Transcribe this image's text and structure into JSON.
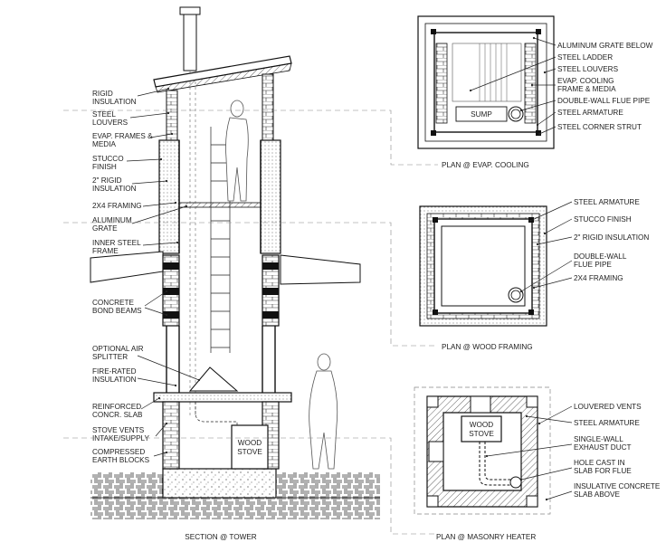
{
  "section": {
    "caption": "SECTION @ TOWER",
    "labels": [
      [
        "RIGID",
        "INSULATION"
      ],
      [
        "STEEL",
        "LOUVERS"
      ],
      [
        "EVAP. FRAMES &",
        "MEDIA"
      ],
      [
        "STUCCO",
        "FINISH"
      ],
      [
        "2\" RIGID",
        "INSULATION"
      ],
      [
        "2X4 FRAMING"
      ],
      [
        "ALUMINUM",
        "GRATE"
      ],
      [
        "INNER STEEL",
        "FRAME"
      ],
      [
        "CONCRETE",
        "BOND BEAMS"
      ],
      [
        "OPTIONAL AIR",
        "SPLITTER"
      ],
      [
        "FIRE-RATED",
        "INSULATION"
      ],
      [
        "REINFORCED",
        "CONCR. SLAB"
      ],
      [
        "STOVE VENTS",
        "INTAKE/SUPPLY"
      ],
      [
        "COMPRESSED",
        "EARTH BLOCKS"
      ]
    ],
    "stove_label": [
      "WOOD",
      "STOVE"
    ]
  },
  "plan_evap": {
    "caption": "PLAN @ EVAP. COOLING",
    "sump_label": "SUMP",
    "labels": [
      [
        "ALUMINUM GRATE BELOW"
      ],
      [
        "STEEL LADDER"
      ],
      [
        "STEEL LOUVERS"
      ],
      [
        "EVAP. COOLING",
        "FRAME & MEDIA"
      ],
      [
        "DOUBLE-WALL FLUE PIPE"
      ],
      [
        "STEEL ARMATURE"
      ],
      [
        "STEEL CORNER STRUT"
      ]
    ]
  },
  "plan_framing": {
    "caption": "PLAN @ WOOD FRAMING",
    "labels": [
      [
        "STEEL ARMATURE"
      ],
      [
        "STUCCO FINISH"
      ],
      [
        "2\" RIGID INSULATION"
      ],
      [
        "DOUBLE-WALL",
        "FLUE PIPE"
      ],
      [
        "2X4 FRAMING"
      ]
    ]
  },
  "plan_masonry": {
    "caption": "PLAN @ MASONRY HEATER",
    "stove_label": [
      "WOOD",
      "STOVE"
    ],
    "labels": [
      [
        "LOUVERED VENTS"
      ],
      [
        "STEEL ARMATURE"
      ],
      [
        "SINGLE-WALL",
        "EXHAUST DUCT"
      ],
      [
        "HOLE CAST IN",
        "SLAB FOR FLUE"
      ],
      [
        "INSULATIVE CONCRETE",
        "SLAB ABOVE"
      ]
    ]
  }
}
